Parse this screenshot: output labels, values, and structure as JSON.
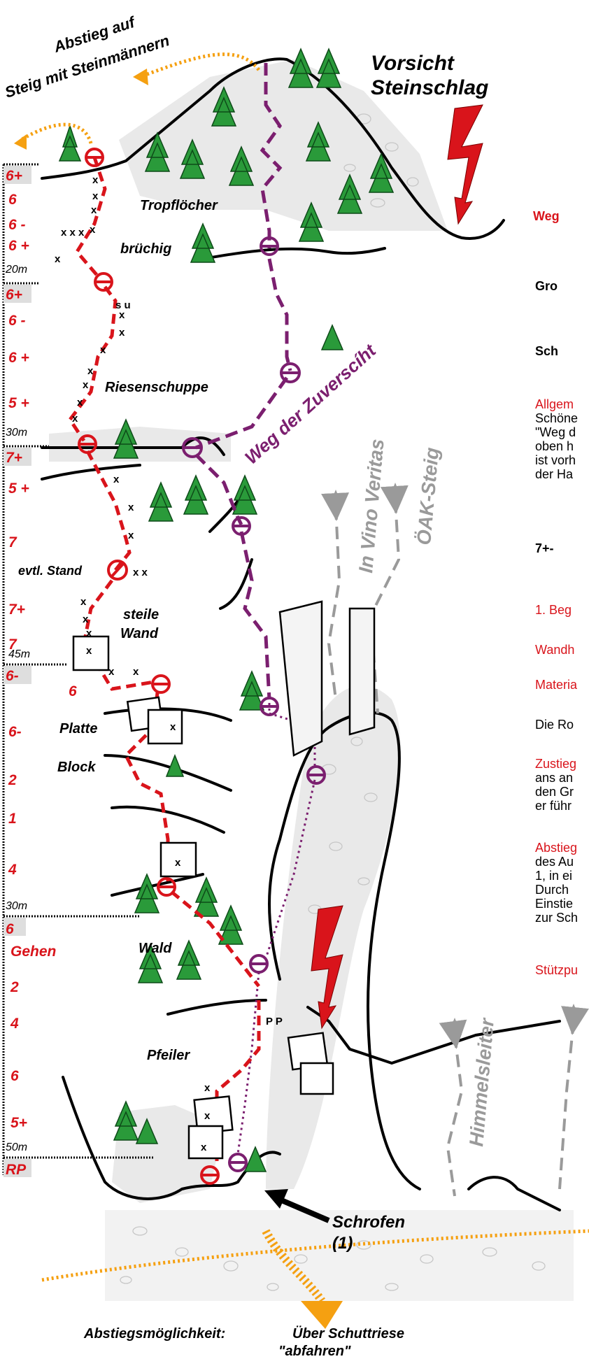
{
  "title": "Weg",
  "subtitle1": "Gro",
  "subtitle2": "Sch",
  "grade_summary": "7+-",
  "labels": {
    "descent_path": [
      "Abstieg auf",
      "Steig mit Steinmännern"
    ],
    "caution": [
      "Vorsicht",
      "Steinschlag"
    ],
    "tropfloecher": "Tropflöcher",
    "bruechig": "brüchig",
    "riesenschuppe": "Riesenschuppe",
    "weg_der_zuversicht": "Weg der Zuverscíht",
    "in_vino_veritas": "In Vino Veritas",
    "oeak_steig": "ÖAK-Steig",
    "evtl_stand": "evtl. Stand",
    "steile_wand": [
      "steile",
      "Wand"
    ],
    "platte": "Platte",
    "block": "Block",
    "wald": "Wald",
    "pfeiler": "Pfeiler",
    "himmelsleiter": "Himmelsleiter",
    "schrofen": [
      "Schrofen",
      "(1)"
    ],
    "abstieg_moeglichkeit": "Abstiegsmöglichkeit:",
    "ueber_schuttriese": [
      "Über Schuttriese",
      "\"abfahren\""
    ]
  },
  "side_grades": [
    "6+",
    "6",
    "6 -",
    "6 +",
    "6+",
    "6 -",
    "6 +",
    "5 +",
    "7+",
    "5 +",
    "7",
    "7+",
    "7",
    "6-",
    "6-",
    "2",
    "1",
    "4",
    "6",
    "Gehen",
    "2",
    "4",
    "6",
    "5+",
    "RP"
  ],
  "pitch_lengths": [
    "20m",
    "30m",
    "45m",
    "30m",
    "50m"
  ],
  "inline_grade": "6",
  "bolt_marks": {
    "su": "s u",
    "pp": "P P"
  },
  "info_lines": [
    {
      "text": "Allgem",
      "color": "red"
    },
    {
      "text": "Schöne",
      "color": "black"
    },
    {
      "text": "\"Weg d",
      "color": "black"
    },
    {
      "text": "oben h",
      "color": "black"
    },
    {
      "text": "ist vorh",
      "color": "black"
    },
    {
      "text": "der Ha",
      "color": "black"
    }
  ],
  "info_short": [
    {
      "text": "1. Beg",
      "color": "red"
    },
    {
      "text": "Wandh",
      "color": "red"
    },
    {
      "text": "Materia",
      "color": "red"
    },
    {
      "text": "Die Ro",
      "color": "black"
    }
  ],
  "access_lines": [
    {
      "text": "Zustieg",
      "color": "red"
    },
    {
      "text": "ans an",
      "color": "black"
    },
    {
      "text": "den Gr",
      "color": "black"
    },
    {
      "text": "er führ",
      "color": "black"
    }
  ],
  "descent_lines": [
    {
      "text": "Abstieg",
      "color": "red"
    },
    {
      "text": "des Au",
      "color": "black"
    },
    {
      "text": "1, in ei",
      "color": "black"
    },
    {
      "text": "Durch",
      "color": "black"
    },
    {
      "text": "Einstie",
      "color": "black"
    },
    {
      "text": "zur Sch",
      "color": "black"
    }
  ],
  "support_line": {
    "text": "Stützpu",
    "color": "red"
  },
  "colors": {
    "route_red": "#d9141b",
    "route_purple": "#7b1f6f",
    "arrow_orange": "#f5a011",
    "gray_route": "#9a9a9a"
  }
}
